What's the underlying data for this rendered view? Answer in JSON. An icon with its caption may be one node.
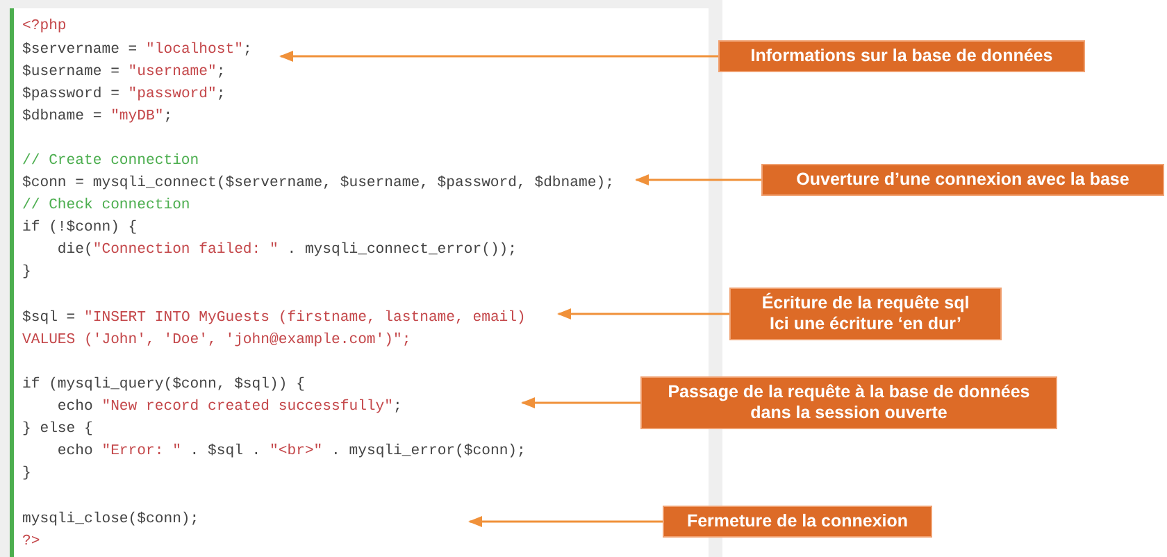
{
  "diagram": {
    "nodes": [
      {
        "text": [
          "Informations sur la base de données"
        ]
      },
      {
        "text": [
          "Ouverture d’une connexion avec la base"
        ]
      },
      {
        "text": [
          "Écriture de la requête sql",
          "Ici une écriture ‘en dur’"
        ]
      },
      {
        "text": [
          "Passage de la requête à la base de données dans la session ouverte"
        ]
      },
      {
        "text": [
          "Fermeture de la connexion"
        ]
      }
    ],
    "edges": [
      {
        "from": 0,
        "to": null,
        "arrow": "to"
      },
      {
        "from": 1,
        "to": null,
        "arrow": "to"
      },
      {
        "from": 2,
        "to": null,
        "arrow": "to"
      },
      {
        "from": 3,
        "to": null,
        "arrow": "to"
      },
      {
        "from": 4,
        "to": null,
        "arrow": "to"
      }
    ],
    "labels": [
      "<?php",
      "$servername = \"localhost\";",
      "$username = \"username\";",
      "$password = \"password\";",
      "$dbname = \"myDB\";",
      "// Create connection",
      "$conn = mysqli_connect($servername, $username, $password, $dbname);",
      "// Check connection",
      "if (!$conn) {",
      "    die(\"Connection failed: \" . mysqli_connect_error());",
      "}",
      "$sql = \"INSERT INTO MyGuests (firstname, lastname, email)",
      "VALUES ('John', 'Doe', 'john@example.com')\";",
      "if (mysqli_query($conn, $sql)) {",
      "    echo \"New record created successfully\";",
      "} else {",
      "    echo \"Error: \" . $sql . \"<br>\" . mysqli_error($conn);",
      "}",
      "mysqli_close($conn);",
      "?>"
    ]
  }
}
